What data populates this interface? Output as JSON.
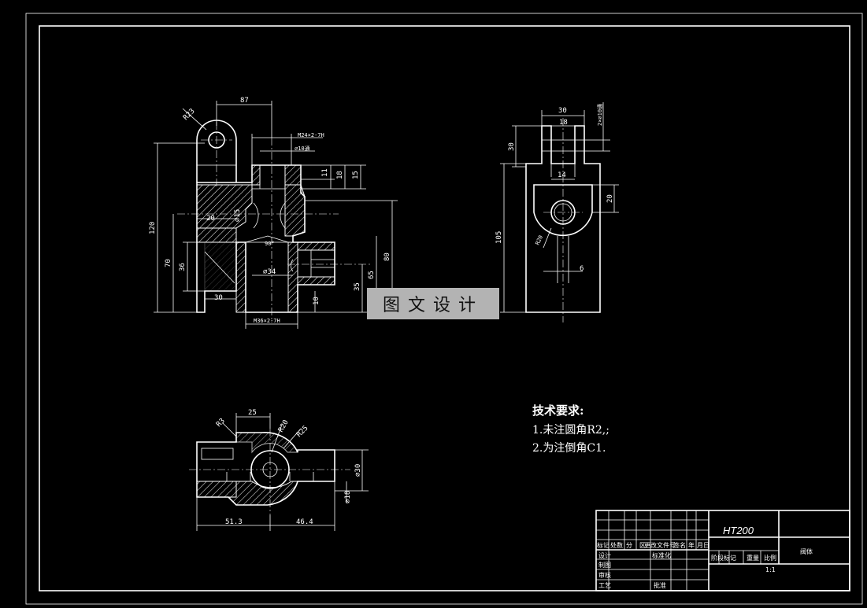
{
  "front_view": {
    "dims": [
      "87",
      "R23",
      "M24×2-7H",
      "⌀10通",
      "11",
      "18",
      "15",
      "120",
      "⌀15",
      "20",
      "70",
      "36",
      "30",
      "90°",
      "⌀34",
      "80",
      "65",
      "35",
      "10",
      "M36×2-7H"
    ]
  },
  "side_view": {
    "dims": [
      "30",
      "18",
      "2×⌀10通",
      "30",
      "20",
      "105",
      "14",
      "R20",
      "6"
    ]
  },
  "top_view": {
    "dims": [
      "25",
      "R3",
      "R20",
      "R25",
      "⌀30",
      "⌀18",
      "51.3",
      "46.4"
    ]
  },
  "watermark": "图文设计",
  "notes": {
    "title": "技术要求:",
    "items": [
      "1.未注圆角R2,;",
      "2.为注倒角C1."
    ]
  },
  "title_block": {
    "material": "HT200",
    "part_name": "阀体",
    "hdr_row": [
      "标记",
      "处数",
      "分",
      "区",
      "更改文件号",
      "签名",
      "年",
      "月",
      "日"
    ],
    "labels": [
      "设计",
      "制图",
      "审核",
      "工艺"
    ],
    "std_label": "标准化",
    "approve_label": "批准",
    "stage_label": "阶段标记",
    "weight_label": "重量",
    "scale_label": "比例",
    "scale": "1:1"
  }
}
